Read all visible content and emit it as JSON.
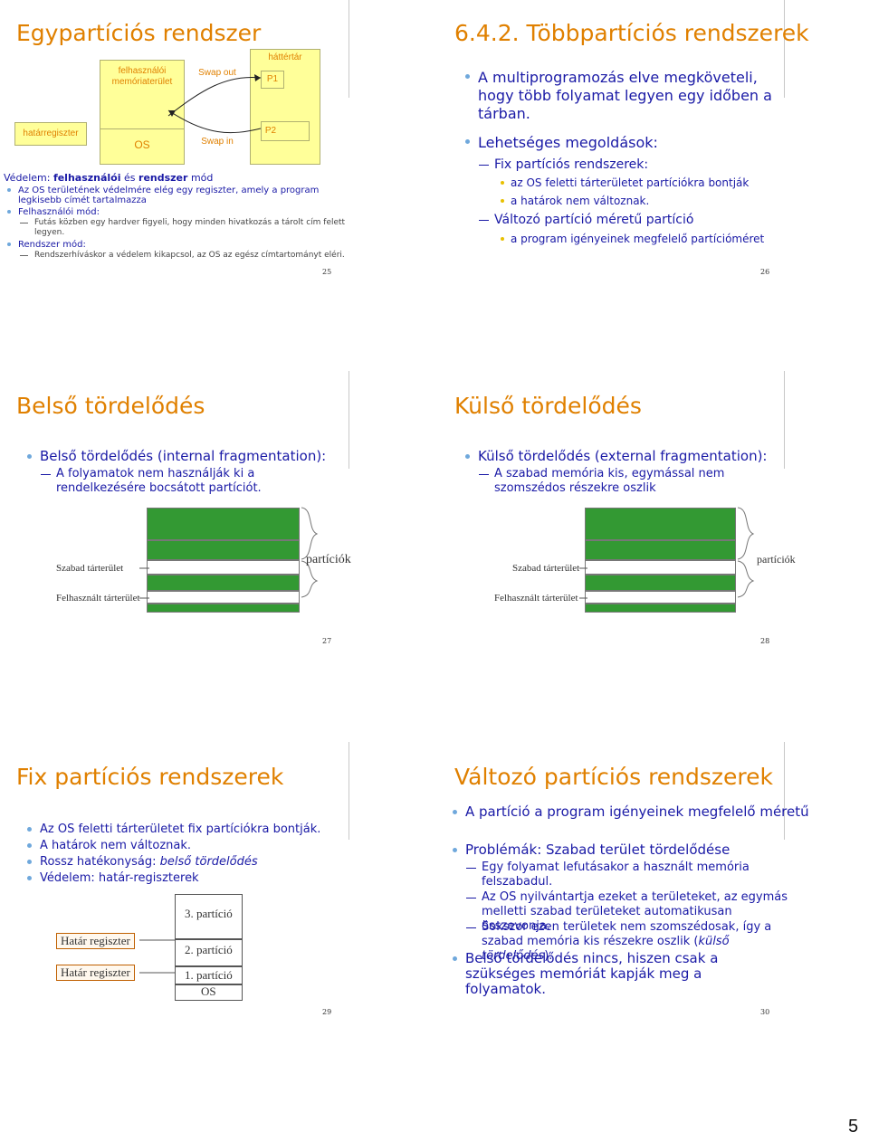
{
  "page_number": "5",
  "slide25": {
    "title": "Egypartíciós rendszer",
    "diagram": {
      "felhasznaloi": "felhasználói memóriaterület",
      "os": "OS",
      "hatarregiszter": "határregiszter",
      "swap_out": "Swap out",
      "swap_in": "Swap in",
      "hattertar": "háttértár",
      "p1": "P1",
      "p2": "P2"
    },
    "heading_a": "Védelem: ",
    "heading_b": "felhasználói",
    "heading_c": " és ",
    "heading_d": "rendszer",
    "heading_e": " mód",
    "b1": "Az OS területének védelmére elég egy regiszter, amely a program legkisebb címét tartalmazza",
    "b2": "Felhasználói mód:",
    "d2": "Futás közben egy hardver figyeli, hogy minden hivatkozás a tárolt cím felett legyen.",
    "b3": "Rendszer mód:",
    "d3": "Rendszerhíváskor a védelem kikapcsol, az OS az egész címtartományt eléri.",
    "num": "25"
  },
  "slide26": {
    "title": "6.4.2. Többpartíciós rendszerek",
    "b1": "A multiprogramozás elve megköveteli, hogy több folyamat legyen egy időben a tárban.",
    "b2": "Lehetséges megoldások:",
    "d1": "Fix partíciós rendszerek:",
    "s1": "az OS feletti tárterületet partíciókra bontják",
    "s2": "a határok nem változnak.",
    "d2": "Változó partíció méretű partíció",
    "s3": "a program igényeinek megfelelő partícióméret",
    "num": "26"
  },
  "slide27": {
    "title": "Belső tördelődés",
    "b1": "Belső tördelődés (internal fragmentation):",
    "d1": "A folyamatok nem használják ki a rendelkezésére bocsátott partíciót.",
    "szabad": "Szabad tárterület",
    "hasznalt": "Felhasznált tárterület",
    "particiok": "partíciók",
    "num": "27"
  },
  "slide28": {
    "title": "Külső tördelődés",
    "b1": "Külső tördelődés (external fragmentation):",
    "d1": "A szabad memória kis, egymással nem szomszédos részekre oszlik",
    "szabad": "Szabad tárterület",
    "hasznalt": "Felhasznált tárterület",
    "particiok": "partíciók",
    "num": "28"
  },
  "slide29": {
    "title": "Fix partíciós rendszerek",
    "b1": "Az OS feletti tárterületet fix partíciókra bontják.",
    "b2": "A határok nem változnak.",
    "b3a": "Rossz hatékonyság: ",
    "b3b": "belső tördelődés",
    "b4": "Védelem: határ-regiszterek",
    "hatar1": "Határ regiszter",
    "hatar2": "Határ regiszter",
    "p3": "3. partíció",
    "p2": "2. partíció",
    "p1": "1. partíció",
    "os": "OS",
    "num": "29"
  },
  "slide30": {
    "title": "Változó partíciós rendszerek",
    "b1": "A partíció a program igényeinek megfelelő méretű",
    "b2": "Problémák: Szabad terület tördelődése",
    "d1": "Egy folyamat lefutásakor a használt memória felszabadul.",
    "d2": "Az OS nyilvántartja ezeket a területeket, az egymás melletti szabad területeket automatikusan összevonja.",
    "d3a": "Sokszor ezen területek nem szomszédosak, így a szabad memória kis részekre oszlik (",
    "d3b": "külső tördelődés",
    "d3c": ").",
    "b3": "Belső tördelődés nincs, hiszen csak a szükséges memóriát kapják meg a folyamatok.",
    "num": "30"
  }
}
